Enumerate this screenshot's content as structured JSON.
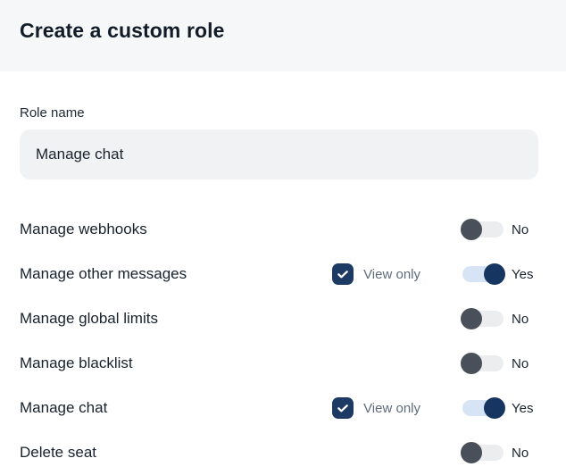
{
  "header": {
    "title": "Create a custom role"
  },
  "form": {
    "role_name": {
      "label": "Role name",
      "value": "Manage chat"
    }
  },
  "permissions": {
    "view_only_label": "View only",
    "rows": [
      {
        "label": "Manage webhooks",
        "view_only_visible": false,
        "view_only_checked": false,
        "enabled": false,
        "state_label": "No"
      },
      {
        "label": "Manage other messages",
        "view_only_visible": true,
        "view_only_checked": true,
        "enabled": true,
        "state_label": "Yes"
      },
      {
        "label": "Manage global limits",
        "view_only_visible": false,
        "view_only_checked": false,
        "enabled": false,
        "state_label": "No"
      },
      {
        "label": "Manage blacklist",
        "view_only_visible": false,
        "view_only_checked": false,
        "enabled": false,
        "state_label": "No"
      },
      {
        "label": "Manage chat",
        "view_only_visible": true,
        "view_only_checked": true,
        "enabled": true,
        "state_label": "Yes"
      },
      {
        "label": "Delete seat",
        "view_only_visible": false,
        "view_only_checked": false,
        "enabled": false,
        "state_label": "No"
      }
    ]
  },
  "colors": {
    "header_bg": "#f6f7f9",
    "input_bg": "#f1f2f4",
    "accent_navy": "#163560",
    "toggle_on_track": "#d6e4f6",
    "toggle_off_track": "#ebedef",
    "toggle_off_knob": "#495059",
    "text_primary": "#1a242f",
    "text_muted": "#5d6b7a"
  }
}
